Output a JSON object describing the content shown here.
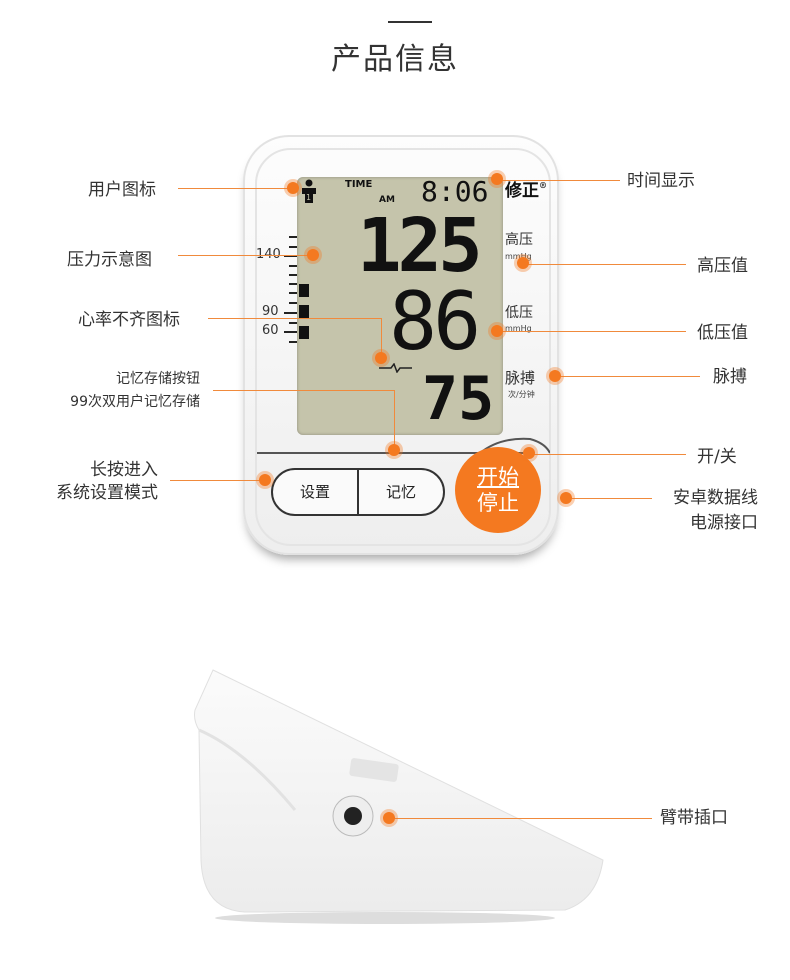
{
  "header": {
    "title": "产品信息"
  },
  "lcd": {
    "time_label": "TIME",
    "am_label": "AM",
    "time": "8:06",
    "systolic": "125",
    "diastolic": "86",
    "pulse": "75",
    "scale": [
      "140",
      "90",
      "60"
    ],
    "high_label": "高压",
    "low_label": "低压",
    "pulse_label": "脉搏",
    "unit_mmhg": "mmHg",
    "unit_pulse": "次/分钟",
    "brand": "修正",
    "registered": "®"
  },
  "buttons": {
    "settings": "设置",
    "memory": "记忆",
    "start_line1": "开始",
    "start_line2": "停止"
  },
  "callouts": {
    "user_icon": "用户图标",
    "time_display": "时间显示",
    "pressure_chart": "压力示意图",
    "systolic_value": "高压值",
    "arrhythmia_icon": "心率不齐图标",
    "diastolic_value": "低压值",
    "pulse": "脉搏",
    "memory_button_1": "记忆存储按钮",
    "memory_button_2": "99次双用户记忆存储",
    "power": "开/关",
    "settings_1": "长按进入",
    "settings_2": "系统设置模式",
    "power_port_1": "安卓数据线",
    "power_port_2": "电源接口",
    "cuff_port": "臂带插口"
  },
  "colors": {
    "accent": "#f47920",
    "lcd": "#c5c4ab"
  }
}
